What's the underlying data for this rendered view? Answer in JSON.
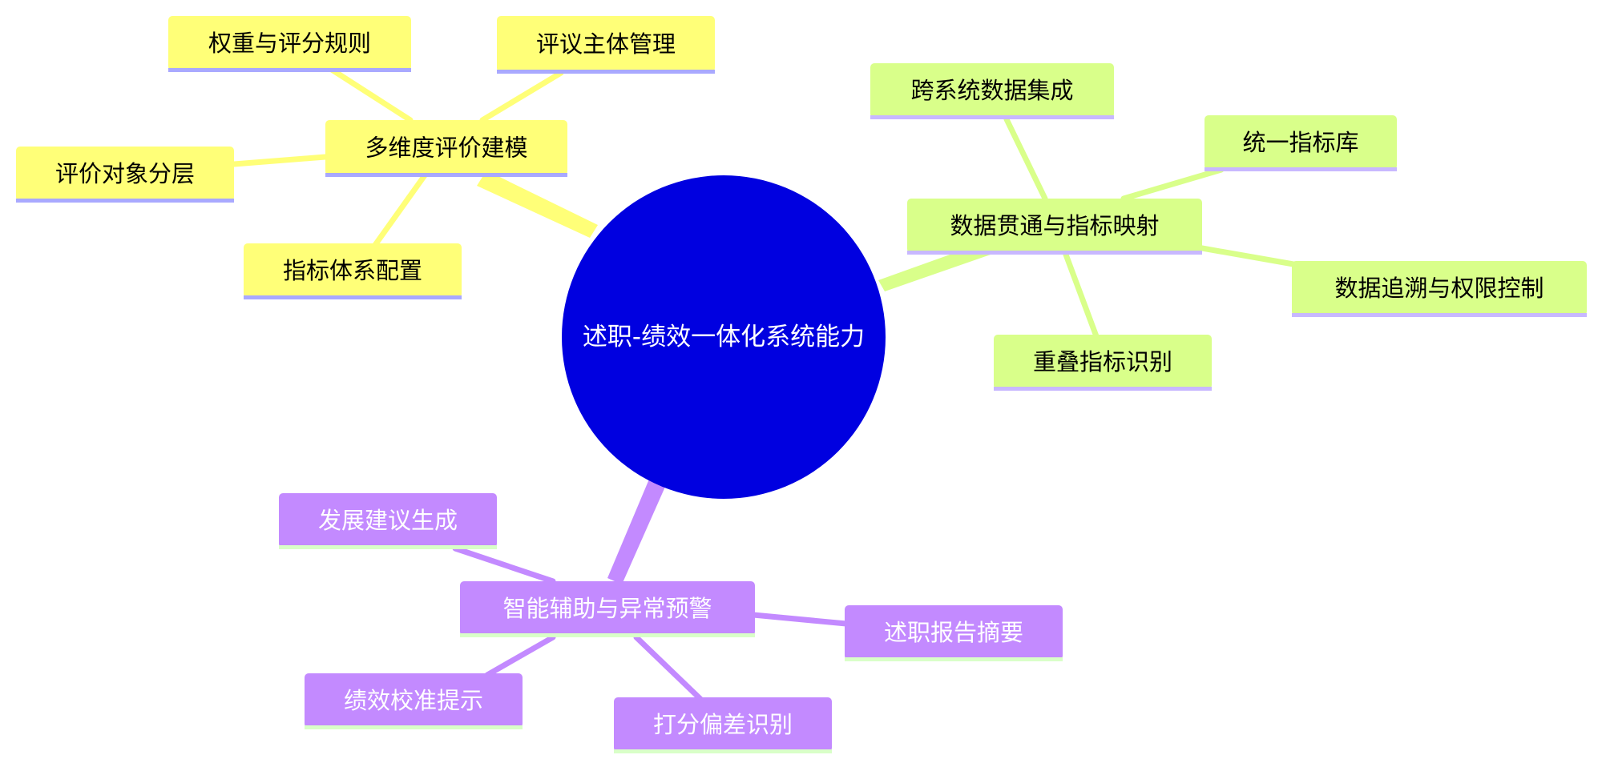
{
  "diagram": {
    "type": "mindmap",
    "root": {
      "label": "述职-绩效一体化系统能力",
      "fill": "#0000e0",
      "text_color": "#ffffff"
    },
    "branches": [
      {
        "label": "多维度评价建模",
        "fill": "#ffff78",
        "edge_color": "#ffff78",
        "underline_color": "#a9a9ff",
        "text_color": "#000000",
        "children": [
          {
            "label": "权重与评分规则"
          },
          {
            "label": "评议主体管理"
          },
          {
            "label": "评价对象分层"
          },
          {
            "label": "指标体系配置"
          }
        ]
      },
      {
        "label": "数据贯通与指标映射",
        "fill": "#d9ff8a",
        "edge_color": "#d9ff8a",
        "underline_color": "#c8b8ff",
        "text_color": "#000000",
        "children": [
          {
            "label": "跨系统数据集成"
          },
          {
            "label": "统一指标库"
          },
          {
            "label": "数据追溯与权限控制"
          },
          {
            "label": "重叠指标识别"
          }
        ]
      },
      {
        "label": "智能辅助与异常预警",
        "fill": "#c38aff",
        "edge_color": "#c38aff",
        "underline_color": "#d9ffc8",
        "text_color": "#ffffff",
        "children": [
          {
            "label": "发展建议生成"
          },
          {
            "label": "述职报告摘要"
          },
          {
            "label": "绩效校准提示"
          },
          {
            "label": "打分偏差识别"
          }
        ]
      }
    ]
  }
}
